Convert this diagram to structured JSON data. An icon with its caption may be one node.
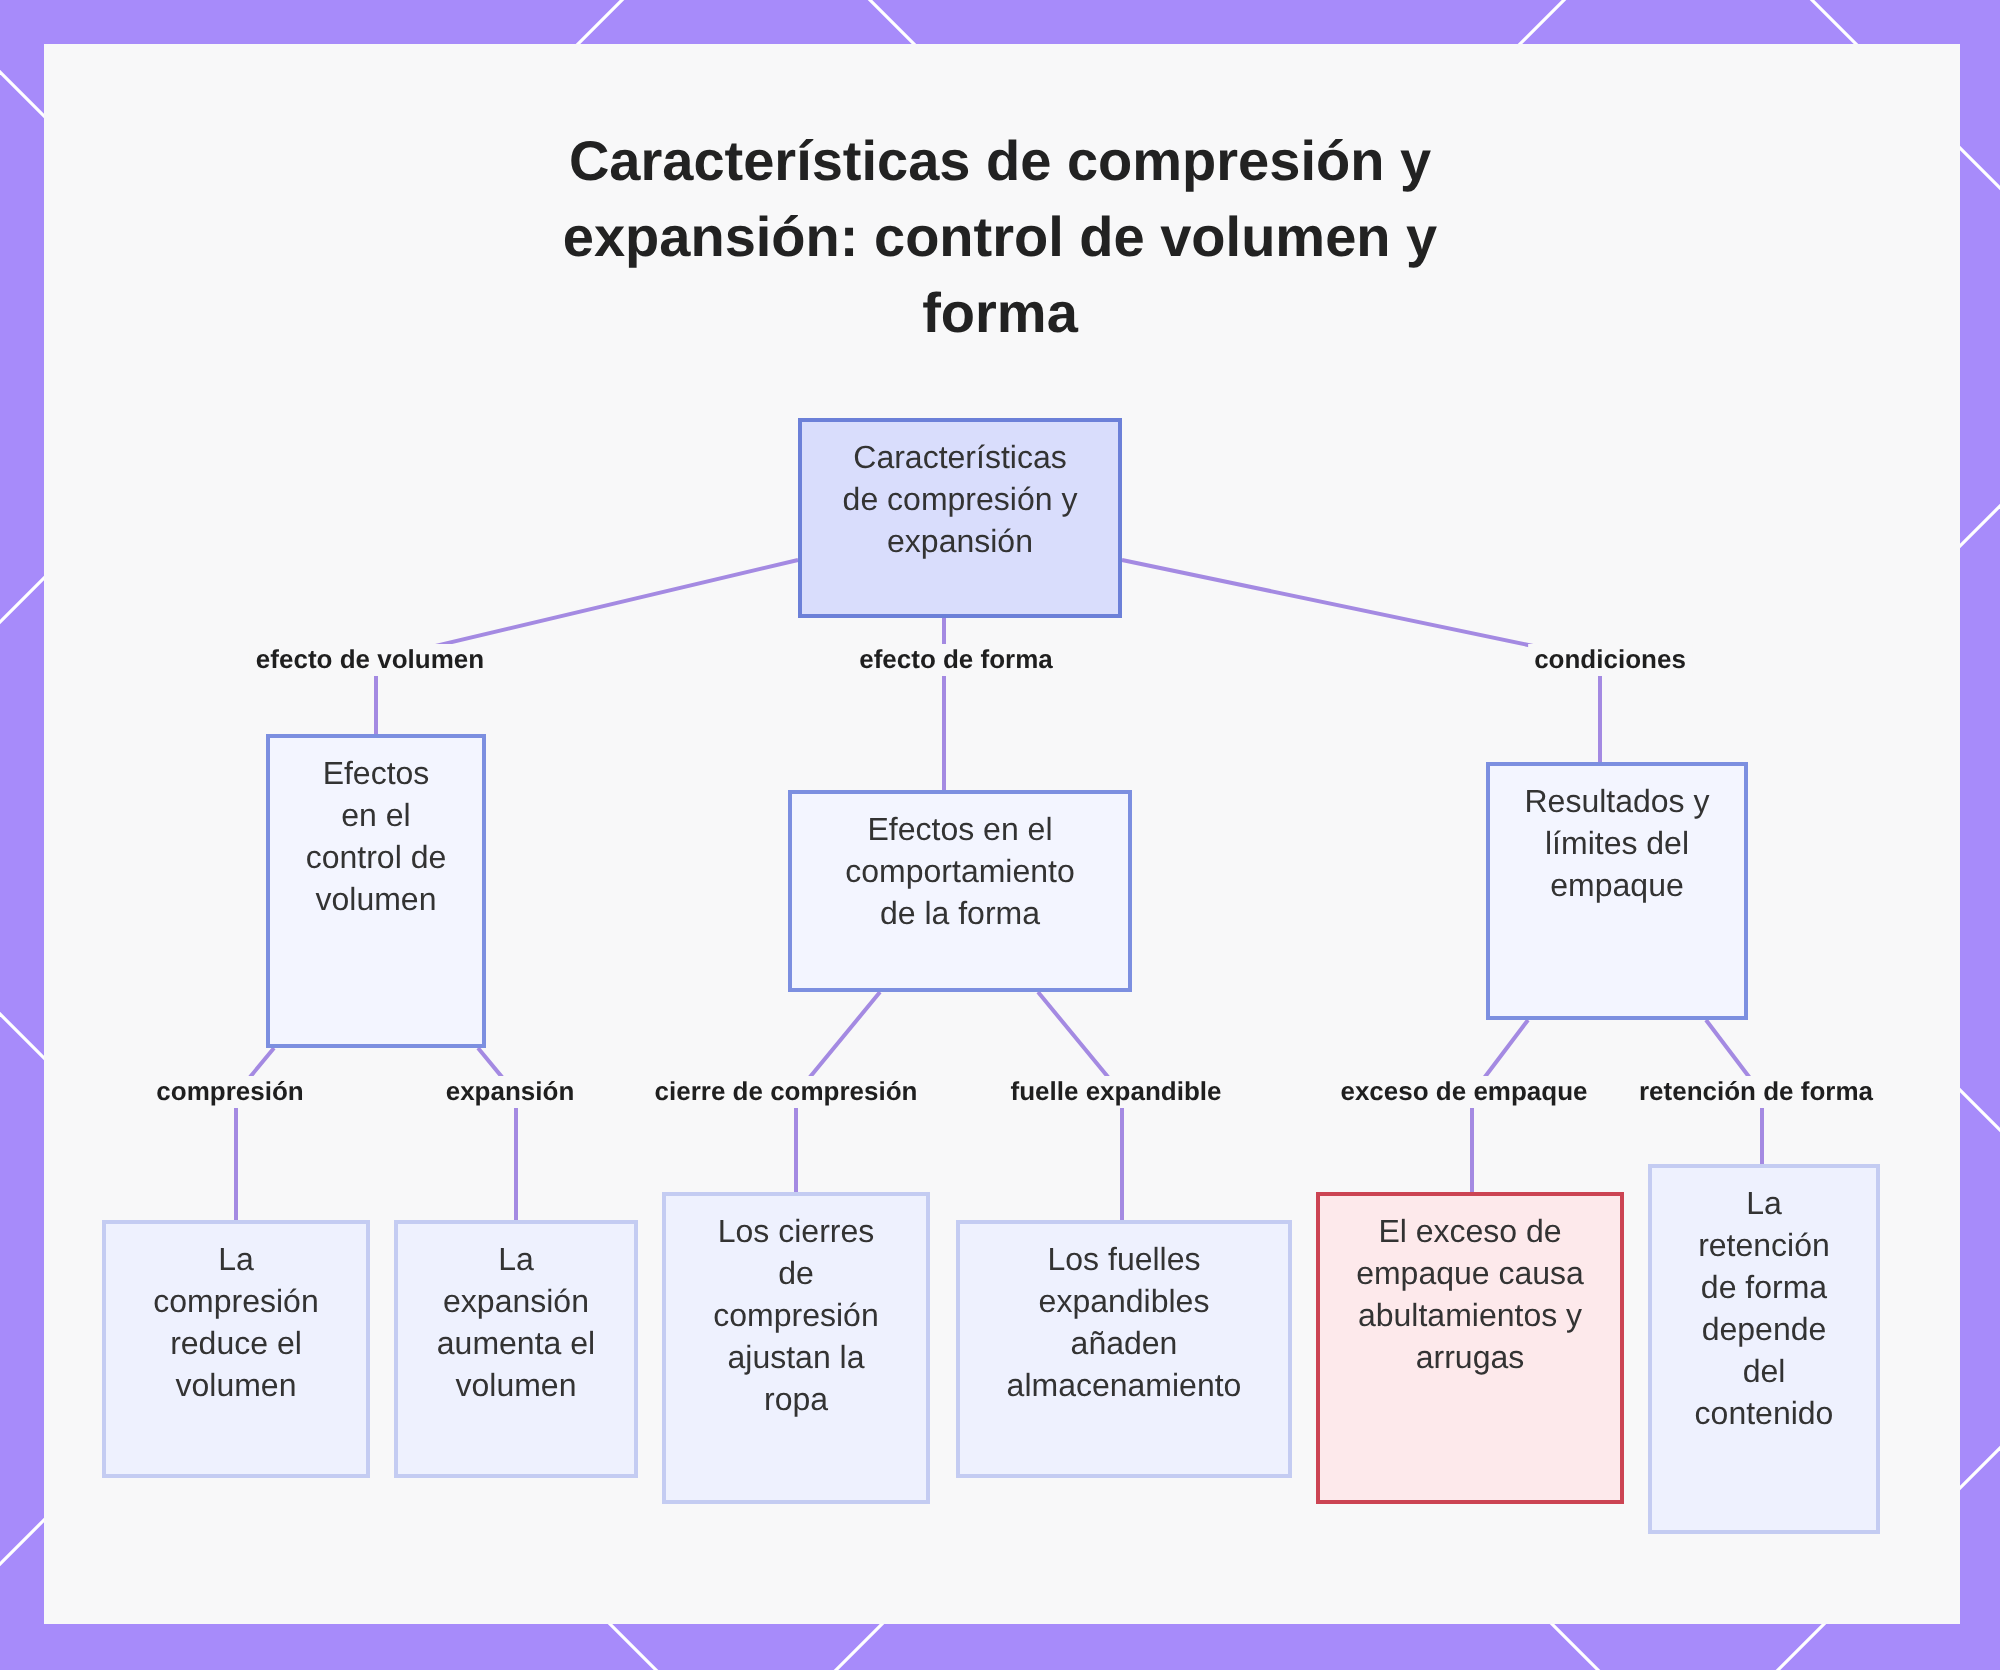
{
  "diagram": {
    "title": "Características de compresión y expansión: control de volumen y forma",
    "nodes": [
      {
        "text": [
          "Características de compresión y expansión"
        ]
      },
      {
        "text": [
          "Efectos en el control de volumen"
        ]
      },
      {
        "text": [
          "Efectos en el comportamiento de la forma"
        ]
      },
      {
        "text": [
          "Resultados y límites del empaque"
        ]
      },
      {
        "text": [
          "La compresión reduce el volumen"
        ]
      },
      {
        "text": [
          "La expansión aumenta el volumen"
        ]
      },
      {
        "text": [
          "Los cierres de compresión ajustan la ropa"
        ]
      },
      {
        "text": [
          "Los fuelles expandibles añaden almacenamiento"
        ]
      },
      {
        "text": [
          "El exceso de empaque causa abultamientos y arrugas"
        ]
      },
      {
        "text": [
          "La retención de forma depende del contenido"
        ]
      }
    ],
    "edges": [
      {
        "from": 0,
        "to": 1,
        "arrow": "none",
        "label": "efecto de volumen"
      },
      {
        "from": 0,
        "to": 2,
        "arrow": "none",
        "label": "efecto de forma"
      },
      {
        "from": 0,
        "to": 3,
        "arrow": "none",
        "label": "condiciones"
      },
      {
        "from": 1,
        "to": 4,
        "arrow": "none",
        "label": "compresión"
      },
      {
        "from": 1,
        "to": 5,
        "arrow": "none",
        "label": "expansión"
      },
      {
        "from": 2,
        "to": 6,
        "arrow": "none",
        "label": "cierre de compresión"
      },
      {
        "from": 2,
        "to": 7,
        "arrow": "none",
        "label": "fuelle expandible"
      },
      {
        "from": 3,
        "to": 8,
        "arrow": "none",
        "label": "exceso de empaque"
      },
      {
        "from": 3,
        "to": 9,
        "arrow": "none",
        "label": "retención de forma"
      }
    ]
  }
}
